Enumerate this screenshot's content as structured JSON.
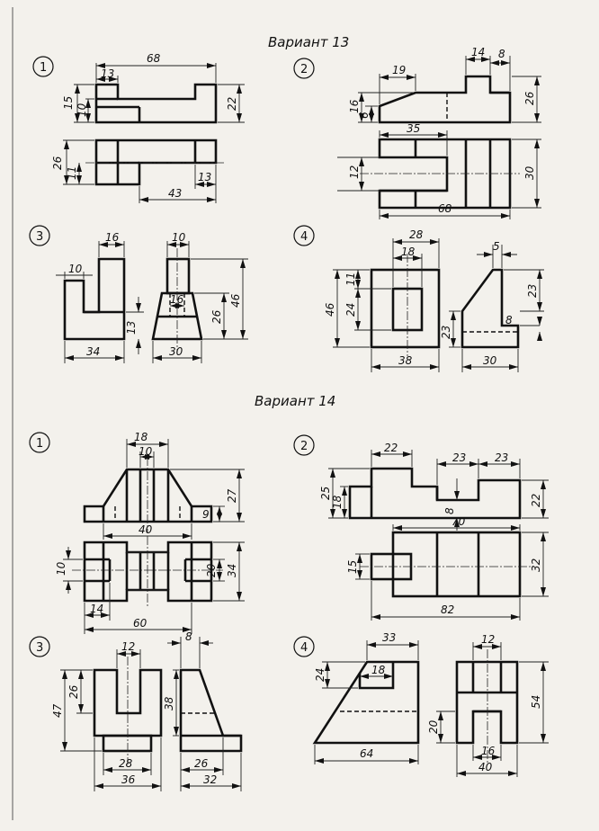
{
  "variants": [
    {
      "title": "Вариант 13",
      "tasks": [
        "1",
        "2",
        "3",
        "4"
      ]
    },
    {
      "title": "Вариант 14",
      "tasks": [
        "1",
        "2",
        "3",
        "4"
      ]
    }
  ],
  "dims": {
    "v13t1": [
      "68",
      "13",
      "15",
      "10",
      "22",
      "26",
      "11",
      "43",
      "13"
    ],
    "v13t2": [
      "19",
      "14",
      "8",
      "16",
      "6",
      "26",
      "35",
      "12",
      "30",
      "68"
    ],
    "v13t3": [
      "16",
      "10",
      "10",
      "46",
      "16",
      "26",
      "13",
      "34",
      "30"
    ],
    "v13t4": [
      "28",
      "18",
      "5",
      "11",
      "46",
      "24",
      "23",
      "23",
      "8",
      "38",
      "30"
    ],
    "v14t1": [
      "18",
      "10",
      "27",
      "9",
      "40",
      "10",
      "20",
      "34",
      "14",
      "60"
    ],
    "v14t2": [
      "22",
      "23",
      "23",
      "25",
      "18",
      "8",
      "22",
      "70",
      "15",
      "32",
      "82"
    ],
    "v14t3": [
      "12",
      "8",
      "47",
      "26",
      "38",
      "28",
      "36",
      "26",
      "32"
    ],
    "v14t4": [
      "33",
      "24",
      "18",
      "64",
      "12",
      "54",
      "20",
      "16",
      "40"
    ]
  }
}
